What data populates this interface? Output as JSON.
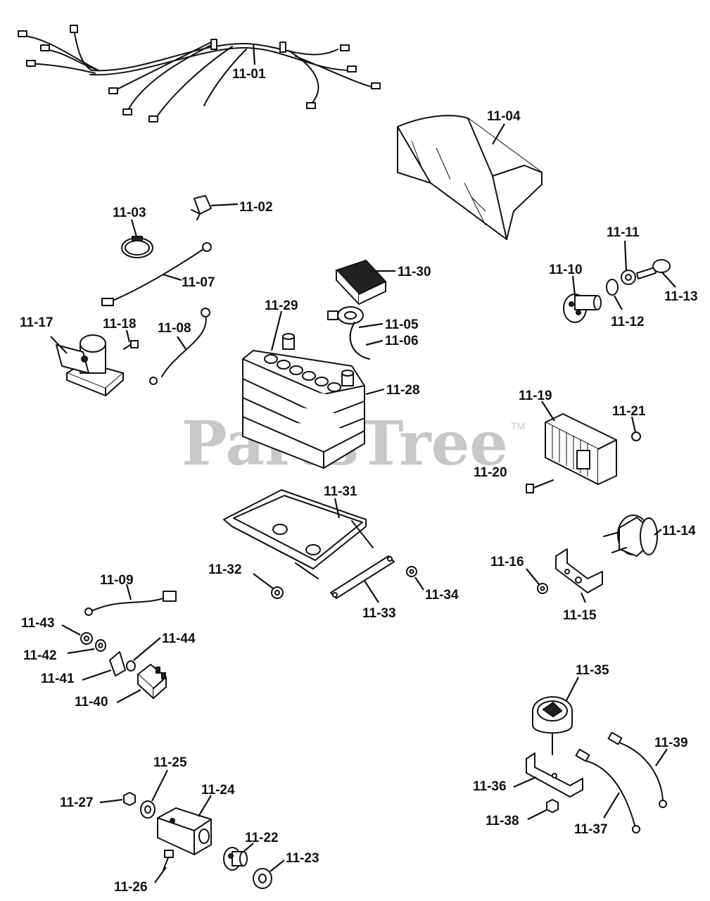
{
  "watermark": {
    "text": "PartsTree",
    "trademark": "TM"
  },
  "callouts": {
    "p11_01": "11-01",
    "p11_02": "11-02",
    "p11_03": "11-03",
    "p11_04": "11-04",
    "p11_05": "11-05",
    "p11_06": "11-06",
    "p11_07": "11-07",
    "p11_08": "11-08",
    "p11_09": "11-09",
    "p11_10": "11-10",
    "p11_11": "11-11",
    "p11_12": "11-12",
    "p11_13": "11-13",
    "p11_14": "11-14",
    "p11_15": "11-15",
    "p11_16": "11-16",
    "p11_17": "11-17",
    "p11_18": "11-18",
    "p11_19": "11-19",
    "p11_20": "11-20",
    "p11_21": "11-21",
    "p11_22": "11-22",
    "p11_23": "11-23",
    "p11_24": "11-24",
    "p11_25": "11-25",
    "p11_26": "11-26",
    "p11_27": "11-27",
    "p11_28": "11-28",
    "p11_29": "11-29",
    "p11_30": "11-30",
    "p11_31": "11-31",
    "p11_32": "11-32",
    "p11_33": "11-33",
    "p11_34": "11-34",
    "p11_35": "11-35",
    "p11_36": "11-36",
    "p11_37": "11-37",
    "p11_38": "11-38",
    "p11_39": "11-39",
    "p11_40": "11-40",
    "p11_41": "11-41",
    "p11_42": "11-42",
    "p11_43": "11-43",
    "p11_44": "11-44"
  }
}
